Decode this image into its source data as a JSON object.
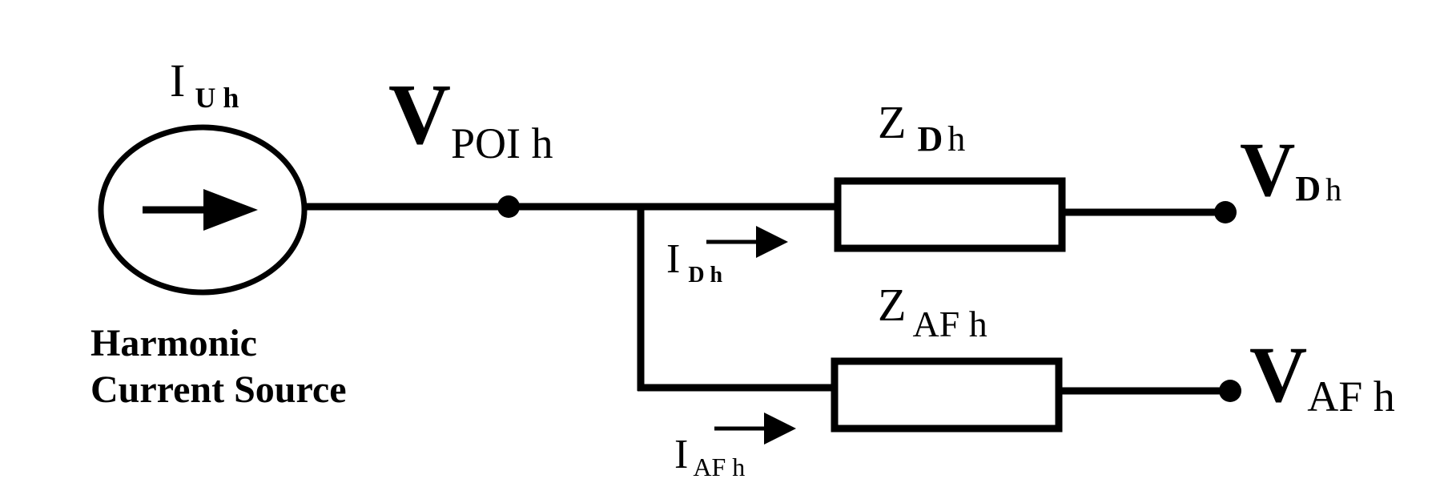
{
  "source": {
    "current_symbol": "I",
    "current_sub": "U h",
    "label_line1": "Harmonic",
    "label_line2": "Current  Source"
  },
  "poi": {
    "symbol": "V",
    "sub": "POI h"
  },
  "branch_d": {
    "impedance_symbol": "Z",
    "impedance_sub": "D",
    "impedance_h": "h",
    "current_symbol": "I",
    "current_sub": "D h",
    "voltage_symbol": "V",
    "voltage_sub": "D",
    "voltage_h": "h"
  },
  "branch_af": {
    "impedance_symbol": "Z",
    "impedance_sub": "AF h",
    "current_symbol": "I",
    "current_sub": "AF h",
    "voltage_symbol": "V",
    "voltage_sub": "AF h"
  },
  "colors": {
    "ink": "#000000",
    "background": "#ffffff"
  }
}
